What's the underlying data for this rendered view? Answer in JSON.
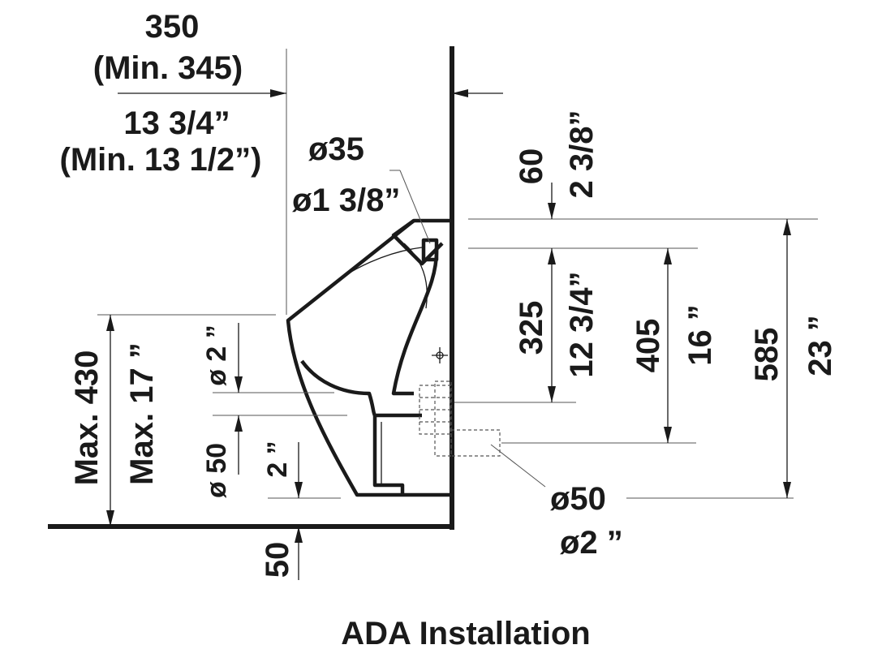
{
  "caption": "ADA Installation",
  "dimensions": {
    "wall_offset_mm": "350",
    "wall_offset_min_mm": "(Min. 345)",
    "wall_offset_in": "13 3/4”",
    "wall_offset_min_in": "(Min. 13 1/2”)",
    "inlet_dia_mm": "ø35",
    "inlet_dia_in": "ø1 3/8”",
    "top_gap_mm": "60",
    "top_gap_in": "2 3/8”",
    "inlet_to_outlet_mm": "325",
    "inlet_to_outlet_in": "12 3/4”",
    "inlet_to_drain_mm": "405",
    "inlet_to_drain_in": "16 ”",
    "total_height_mm": "585",
    "total_height_in": "23 ”",
    "rim_height_mm": "Max. 430",
    "rim_height_in": "Max. 17 ”",
    "spud_dia_in": "ø 2 ”",
    "spud_dia_mm": "ø 50",
    "spud_gap_in": "2 ”",
    "drain_dia_mm": "ø50",
    "drain_dia_in": "ø2 ”",
    "floor_offset_mm": "50"
  }
}
